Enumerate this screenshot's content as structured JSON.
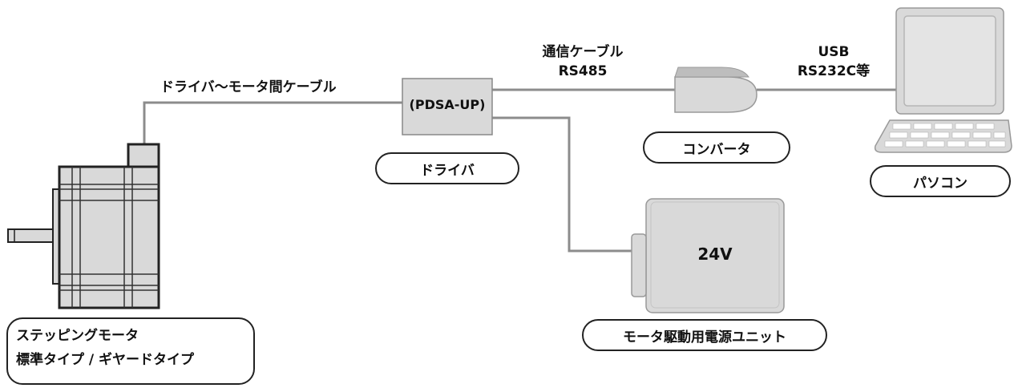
{
  "labels": {
    "motor_driver_cable": "ドライバ〜モータ間ケーブル",
    "comm_cable_line1": "通信ケーブル",
    "comm_cable_line2": "RS485",
    "usb_line1": "USB",
    "usb_line2": "RS232C等",
    "driver_model": "(PDSA-UP)",
    "power_voltage": "24V"
  },
  "captions": {
    "driver": "ドライバ",
    "converter": "コンバータ",
    "pc": "パソコン",
    "power_unit": "モータ駆動用電源ユニット",
    "motor_line1": "ステッピングモータ",
    "motor_line2": "標準タイプ / ギヤードタイプ"
  },
  "colors": {
    "device_fill": "#d9d9d9",
    "device_stroke": "#888888",
    "cable": "#8c8c8c",
    "outline": "#222222"
  }
}
